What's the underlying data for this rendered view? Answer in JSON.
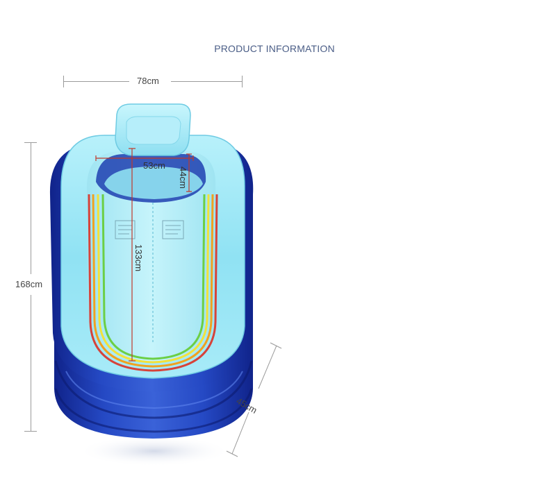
{
  "header": {
    "title": "PRODUCT INFORMATION"
  },
  "dimensions": {
    "width_outer": "78cm",
    "length_outer": "168cm",
    "height": "45cm",
    "width_inner": "53cm",
    "headrest_depth": "44cm",
    "length_inner": "133cm"
  },
  "colors": {
    "tub_dark_blue": "#1f3fb0",
    "tub_light_blue": "#8fe3f3",
    "title_color": "#4a5d86",
    "rainbow": [
      "#d6433a",
      "#f0a21f",
      "#f2e23a",
      "#6ccf45"
    ]
  }
}
